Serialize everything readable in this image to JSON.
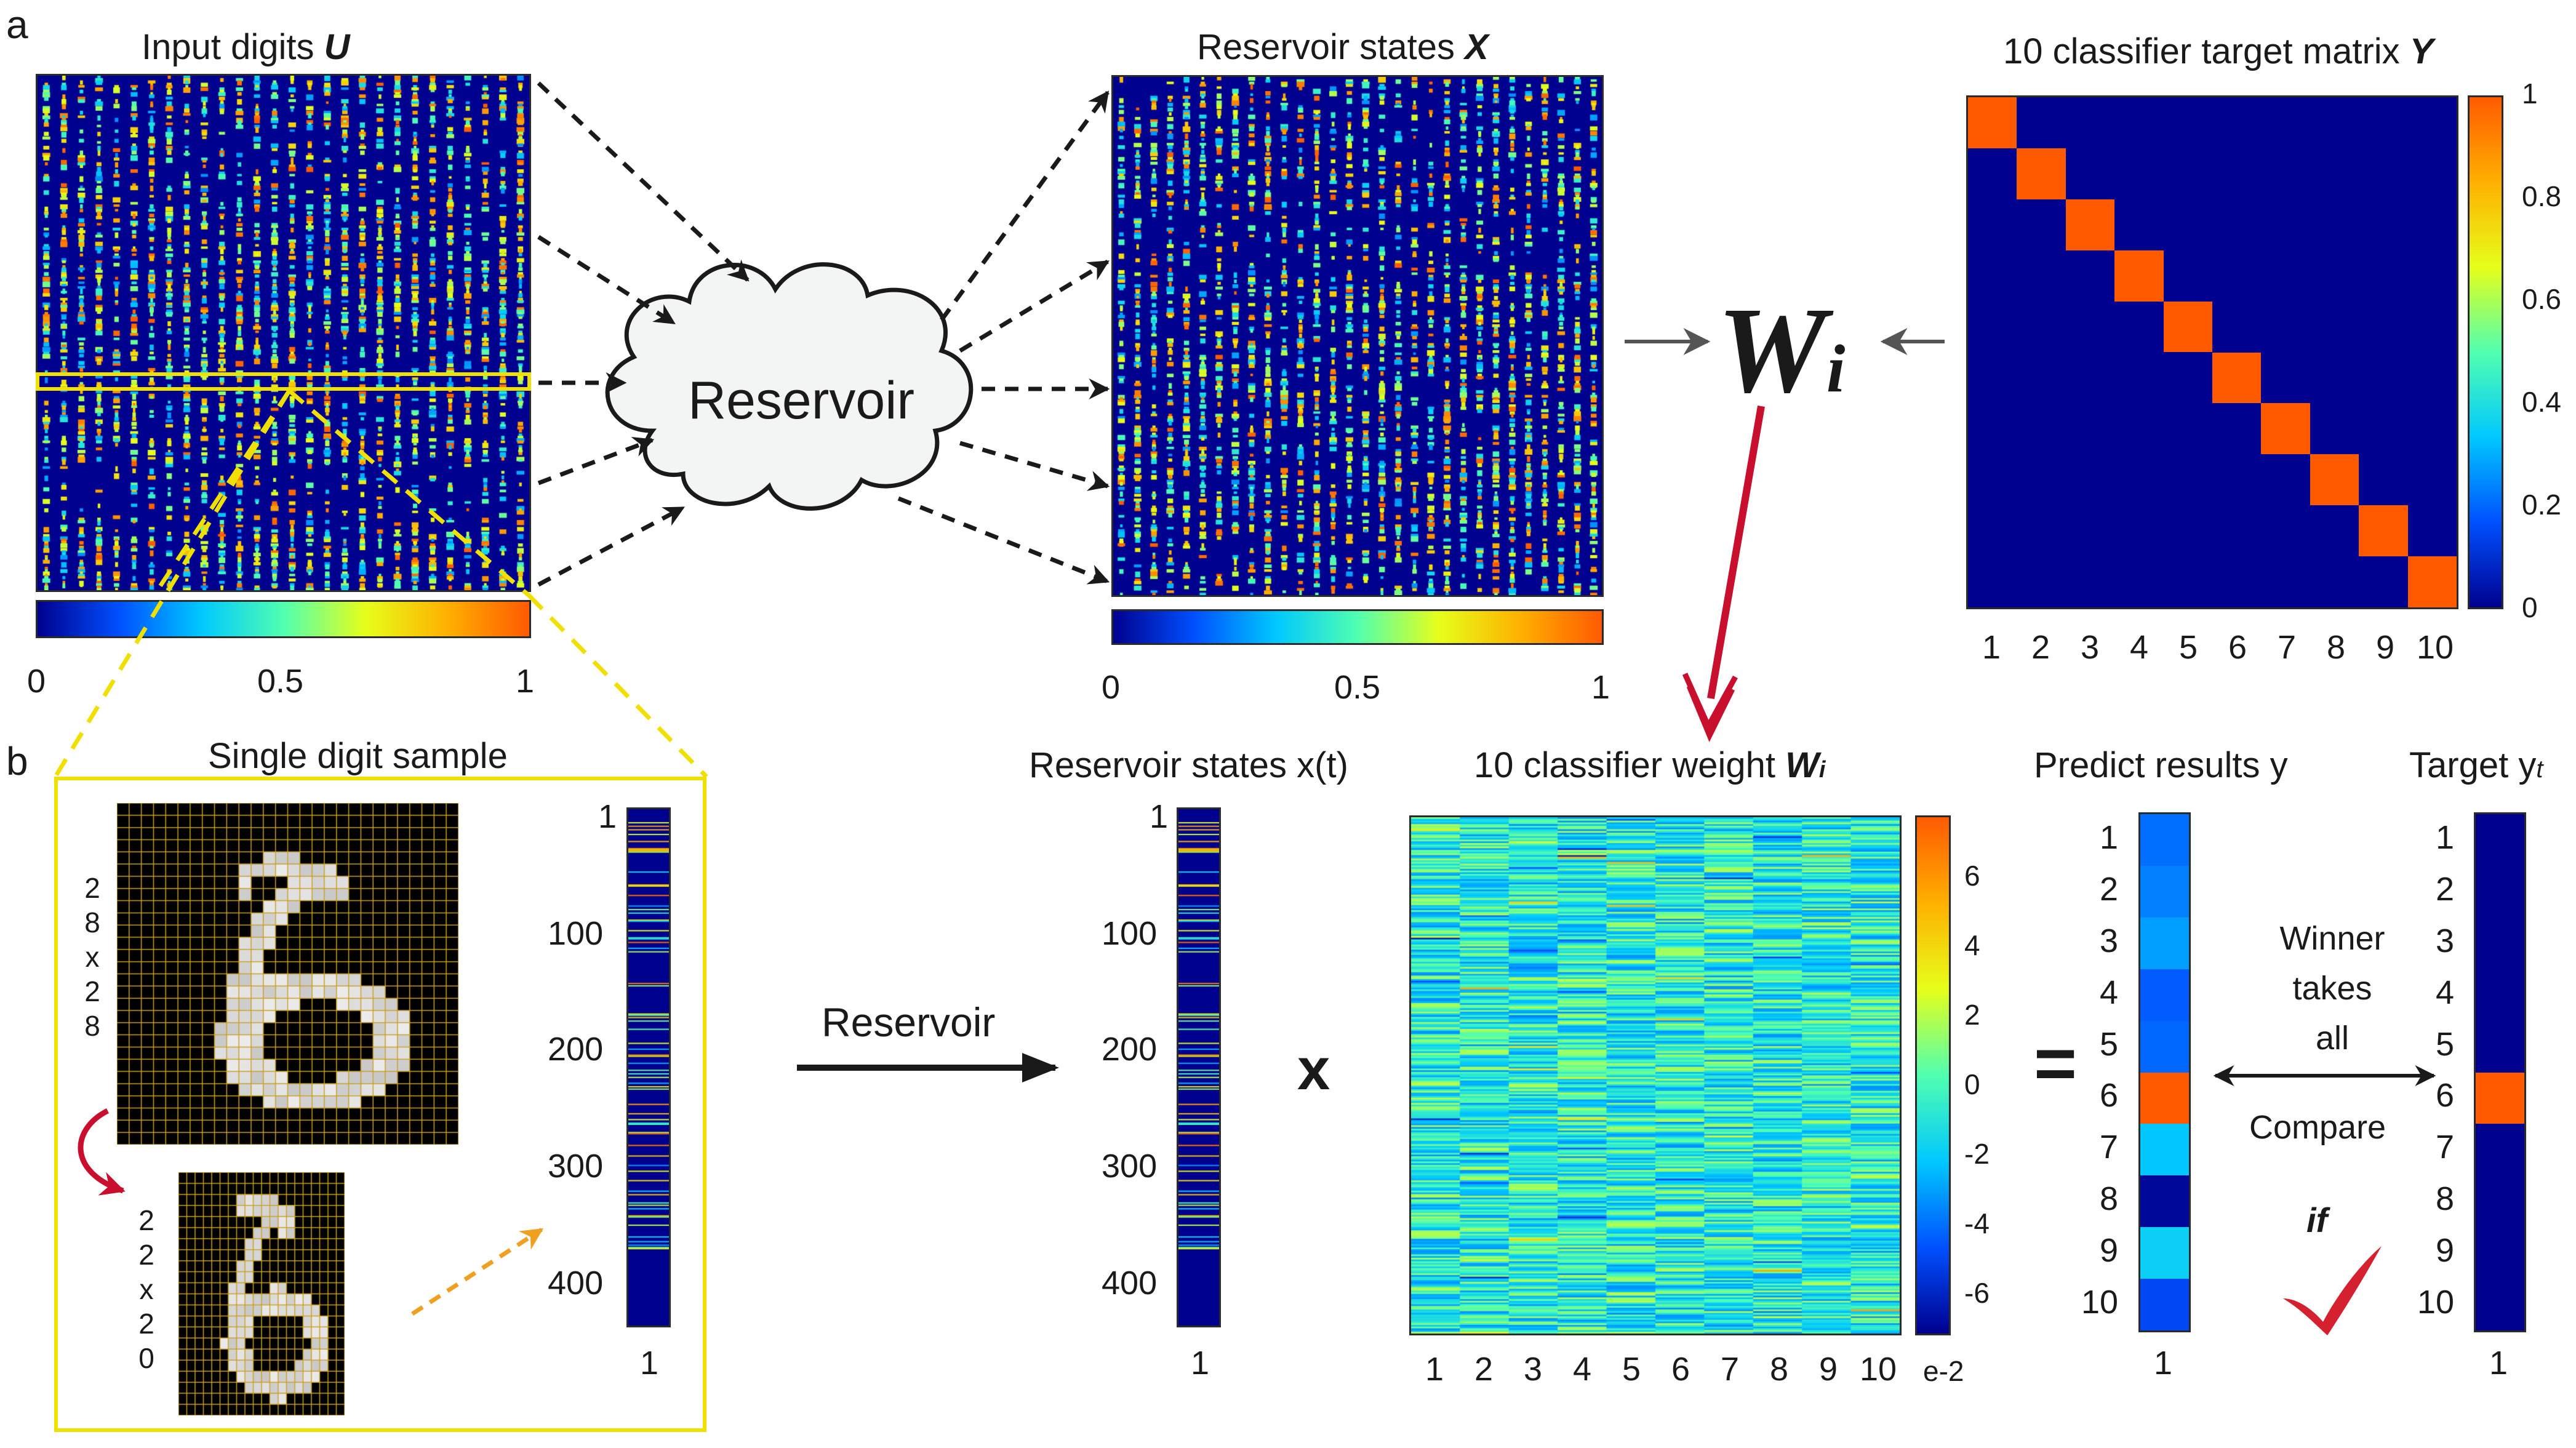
{
  "panel_a": {
    "letter": "a",
    "input_title": "Input digits ",
    "input_title_var": "U",
    "input_cbar_ticks": [
      "0",
      "0.5",
      "1"
    ],
    "reservoir_label": "Reservoir",
    "states_title": "Reservoir states ",
    "states_title_var": "X",
    "states_cbar_ticks": [
      "0",
      "0.5",
      "1"
    ],
    "weight_symbol": "W",
    "weight_subscript": "i",
    "target_title": "10 classifier target matrix ",
    "target_title_var": "Y",
    "target_x_ticks": [
      "1",
      "2",
      "3",
      "4",
      "5",
      "6",
      "7",
      "8",
      "9",
      "10"
    ],
    "target_cbar_ticks": [
      "0",
      "0.2",
      "0.4",
      "0.6",
      "0.8",
      "1"
    ]
  },
  "panel_b": {
    "letter": "b",
    "sample_title": "Single digit sample",
    "grid1_label": [
      "2",
      "8",
      "x",
      "2",
      "8"
    ],
    "grid2_label": [
      "2",
      "2",
      "x",
      "2",
      "0"
    ],
    "vec_y_ticks": [
      "1",
      "100",
      "200",
      "300",
      "400"
    ],
    "vec_x_tick": "1",
    "reservoir_arrow_label": "Reservoir",
    "states_title": "Reservoir states x(t)",
    "multiply_sign": "x",
    "weight_title": "10 classifier weight ",
    "weight_title_var": "W",
    "weight_title_sub": "i",
    "weight_x_ticks": [
      "1",
      "2",
      "3",
      "4",
      "5",
      "6",
      "7",
      "8",
      "9",
      "10"
    ],
    "weight_cbar_ticks": [
      "6",
      "4",
      "2",
      "0",
      "-2",
      "-4",
      "-6"
    ],
    "weight_cbar_unit": "e-2",
    "equals_sign": "=",
    "predict_title": "Predict results y",
    "predict_y_ticks": [
      "1",
      "2",
      "3",
      "4",
      "5",
      "6",
      "7",
      "8",
      "9",
      "10"
    ],
    "predict_x_tick": "1",
    "winner_text": [
      "Winner",
      "takes",
      "all"
    ],
    "compare_text": "Compare",
    "if_text": "if",
    "target_title": "Target y",
    "target_title_sub": "t",
    "target_y_ticks": [
      "1",
      "2",
      "3",
      "4",
      "5",
      "6",
      "7",
      "8",
      "9",
      "10"
    ],
    "target_x_tick": "1"
  },
  "colors": {
    "low": "#00008f",
    "high": "#ff5a00",
    "highlight_box": "#f0e000",
    "red_arrow": "#c8102e",
    "orange_arrow": "#f0a020"
  },
  "predict_values": [
    0.25,
    0.28,
    0.33,
    0.22,
    0.24,
    1.0,
    0.4,
    0.02,
    0.42,
    0.18
  ],
  "target_index": 6
}
